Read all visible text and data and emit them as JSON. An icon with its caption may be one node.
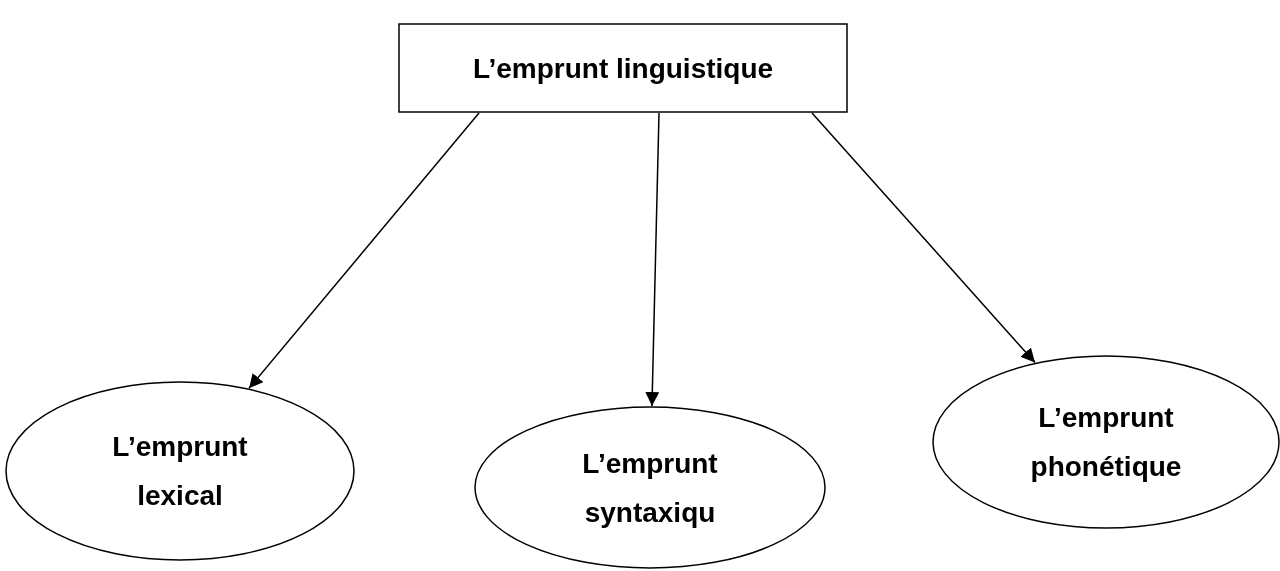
{
  "diagram": {
    "nodes": [
      {
        "text": [
          "L’emprunt linguistique"
        ]
      },
      {
        "text": [
          "L’emprunt lexical"
        ]
      },
      {
        "text": [
          "L’emprunt syntaxiqu"
        ]
      },
      {
        "text": [
          "L’emprunt phonétique"
        ]
      }
    ],
    "edges": [
      {
        "from": 0,
        "to": 1,
        "arrow": "to"
      },
      {
        "from": 0,
        "to": 2,
        "arrow": "to"
      },
      {
        "from": 0,
        "to": 3,
        "arrow": "to"
      }
    ]
  }
}
